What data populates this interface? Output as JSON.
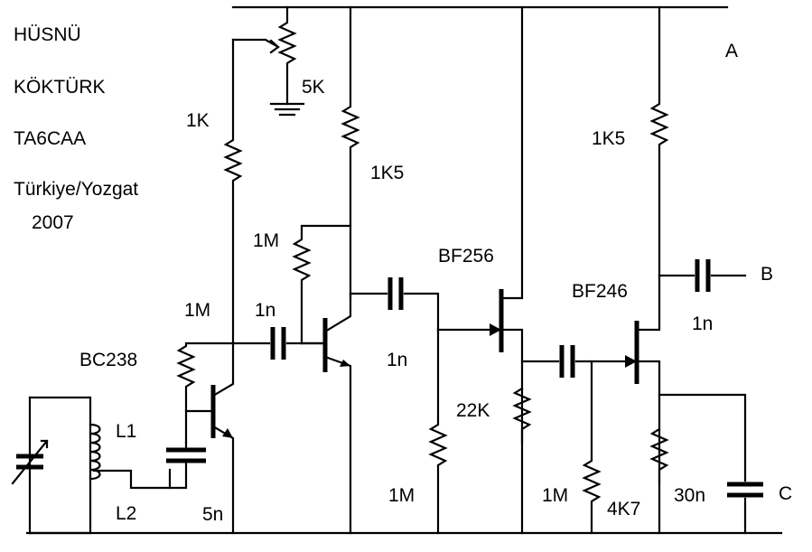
{
  "author": {
    "line1": "HÜSNÜ",
    "line2": "KÖKTÜRK",
    "callsign": "TA6CAA",
    "location": "Türkiye/Yozgat",
    "year": "2007"
  },
  "terminals": {
    "a": "A",
    "b": "B",
    "c": "C"
  },
  "components": {
    "pot_5k": "5K",
    "r_1k": "1K",
    "r_1k5_left": "1K5",
    "r_1k5_right": "1K5",
    "r_1m_q2": "1M",
    "r_1m_q1": "1M",
    "c_1n_q1q2": "1n",
    "c_1n_q2q3": "1n",
    "c_1n_b": "1n",
    "q1": "BC238",
    "q3": "BF256",
    "q4": "BF246",
    "r_22k": "22K",
    "r_1m_gate3": "1M",
    "r_1m_gate4": "1M",
    "r_4k7": "4K7",
    "c_30n": "30n",
    "c_5n": "5n",
    "l1": "L1",
    "l2": "L2"
  }
}
